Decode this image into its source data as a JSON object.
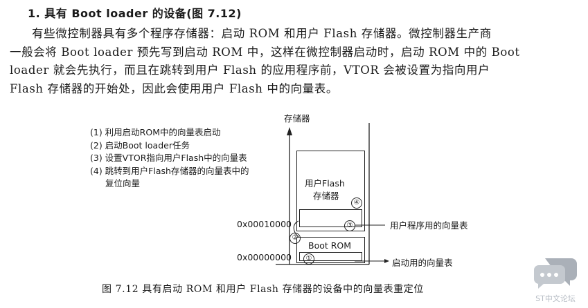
{
  "section": {
    "heading": "1. 具有 Boot loader 的设备(图 7.12)",
    "lines": [
      "有些微控制器具有多个程序存储器：启动 ROM 和用户 Flash 存储器。微控制器生产商",
      "一般会将 Boot loader 预先写到启动 ROM 中，这样在微控制器启动时，启动 ROM 中的 Boot",
      "loader 就会先执行，而且在跳转到用户 Flash 的应用程序前，VTOR 会被设置为指向用户",
      "Flash 存储器的开始处，因此会使用用户 Flash 中的向量表。"
    ]
  },
  "figure": {
    "axis_label": "存储器",
    "steps": [
      "(1) 利用启动ROM中的向量表启动",
      "(2) 启动Boot loader任务",
      "(3) 设置VTOR指向用户Flash中的向量表",
      "(4) 跳转到用户Flash存储器的向量表中的",
      "复位向量"
    ],
    "flash_label_line1": "用户Flash",
    "flash_label_line2": "存储器",
    "rom_label": "Boot ROM",
    "addr_high": "0x00010000",
    "addr_low": "0x00000000",
    "user_vector_label": "用户程序用的向量表",
    "boot_vector_label": "启动用的向量表",
    "markers": [
      "①",
      "②",
      "③",
      "④"
    ],
    "caption": "图 7.12   具有启动 ROM 和用户 Flash 存储器的设备中的向量表重定位"
  },
  "watermark": {
    "text": "ST中文论坛",
    "icon": "chat-bubble-icon"
  }
}
